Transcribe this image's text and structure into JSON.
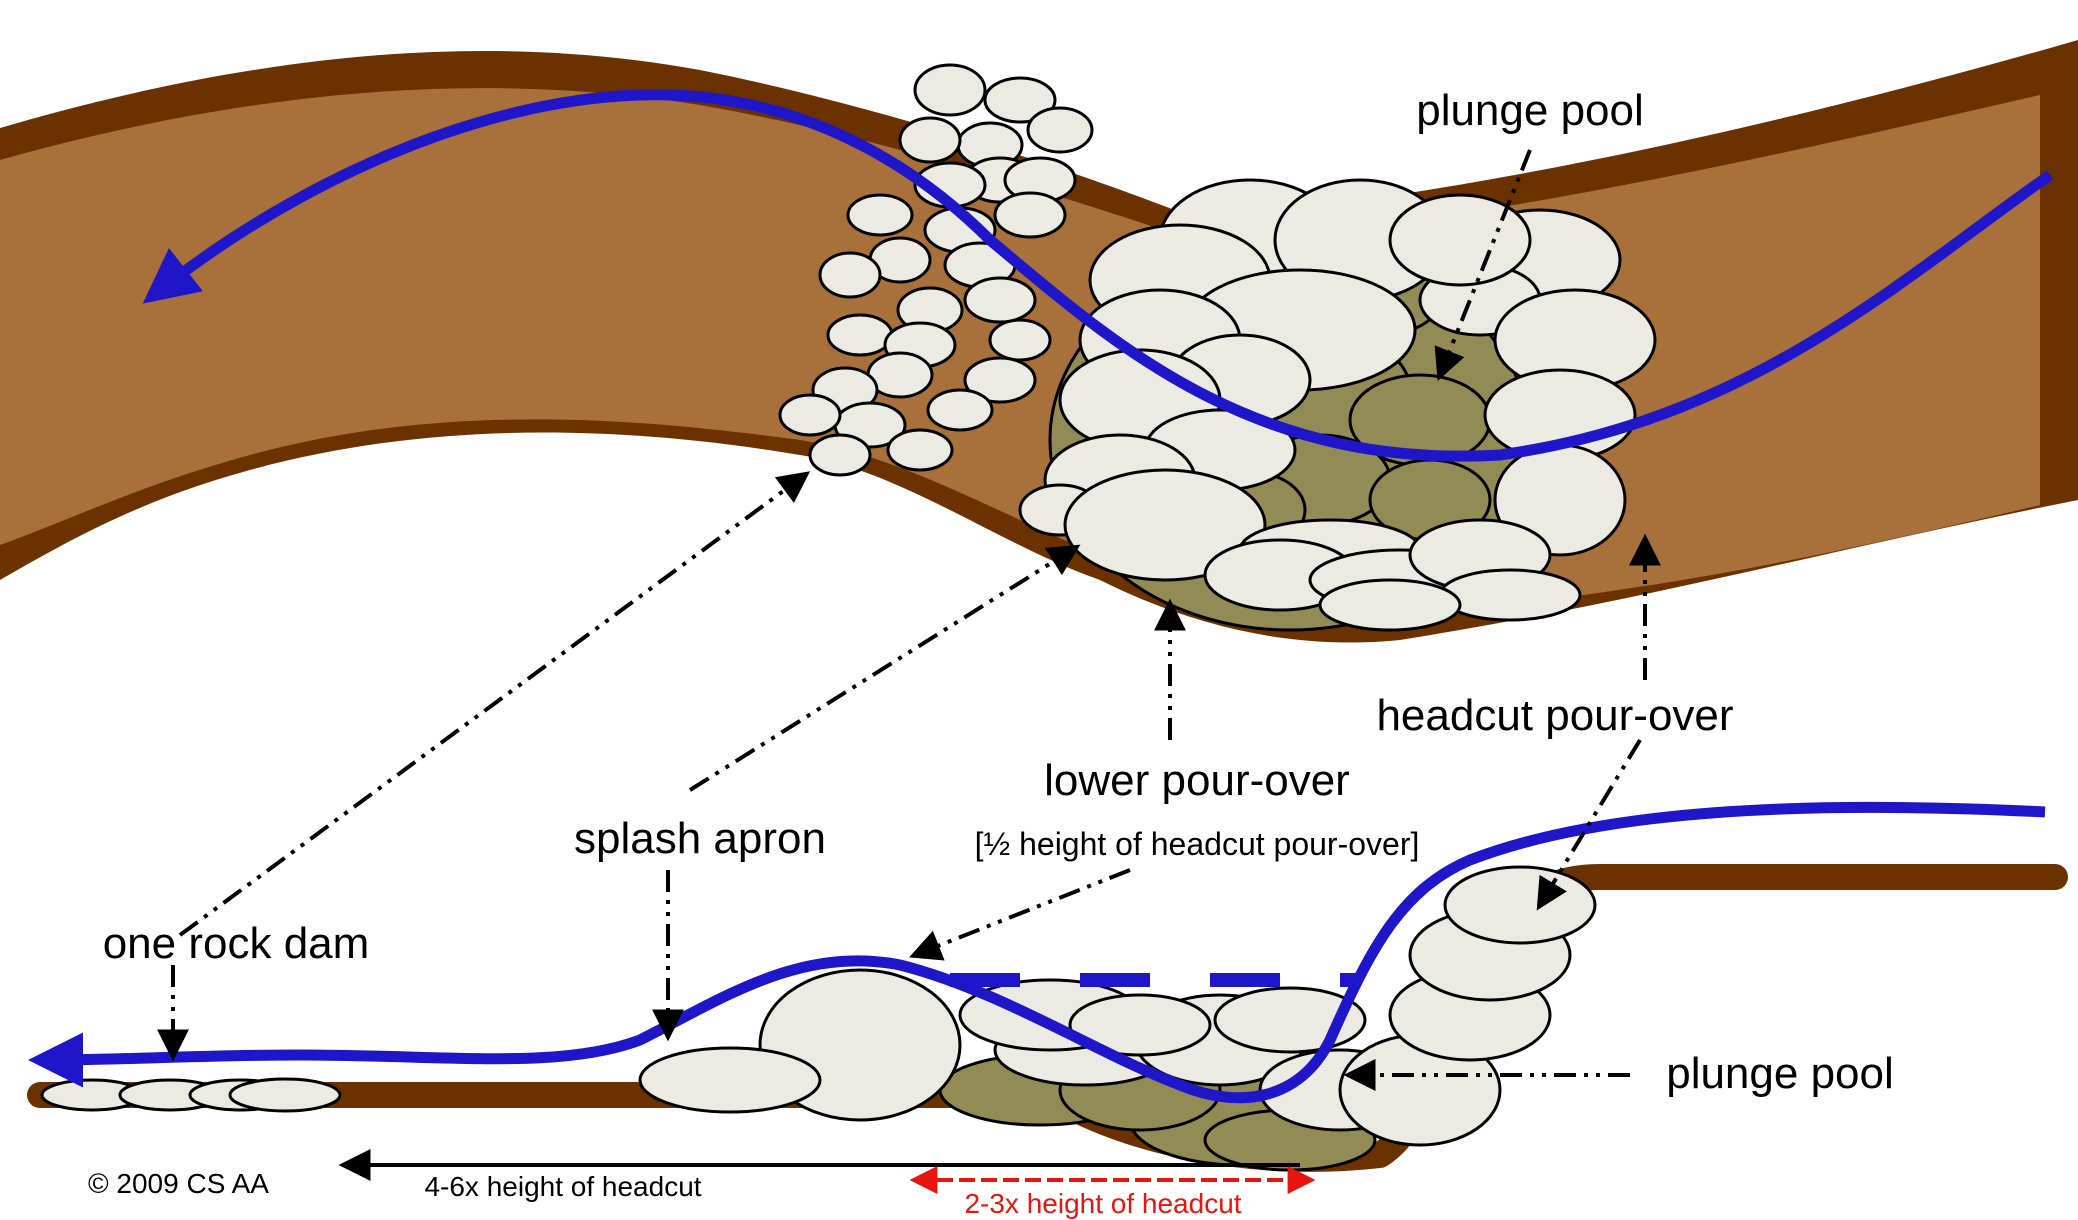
{
  "labels": {
    "plunge_pool_top": "plunge pool",
    "headcut_pour_over": "headcut pour-over",
    "lower_pour_over": "lower pour-over",
    "lower_pour_over_note": "[½ height of headcut pour-over]",
    "splash_apron": "splash apron",
    "one_rock_dam": "one rock dam",
    "plunge_pool_side": "plunge pool",
    "dim_long": "4-6x height of headcut",
    "dim_short": "2-3x height of headcut",
    "copyright": "© 2009 CS AA"
  },
  "colors": {
    "channel_fill": "#a8703a",
    "channel_bank": "#6b3200",
    "water": "#1e16c8",
    "rock_light": "#ecebe3",
    "rock_dark": "#938b55",
    "dim_red": "#e8140f",
    "outline": "#000000"
  }
}
